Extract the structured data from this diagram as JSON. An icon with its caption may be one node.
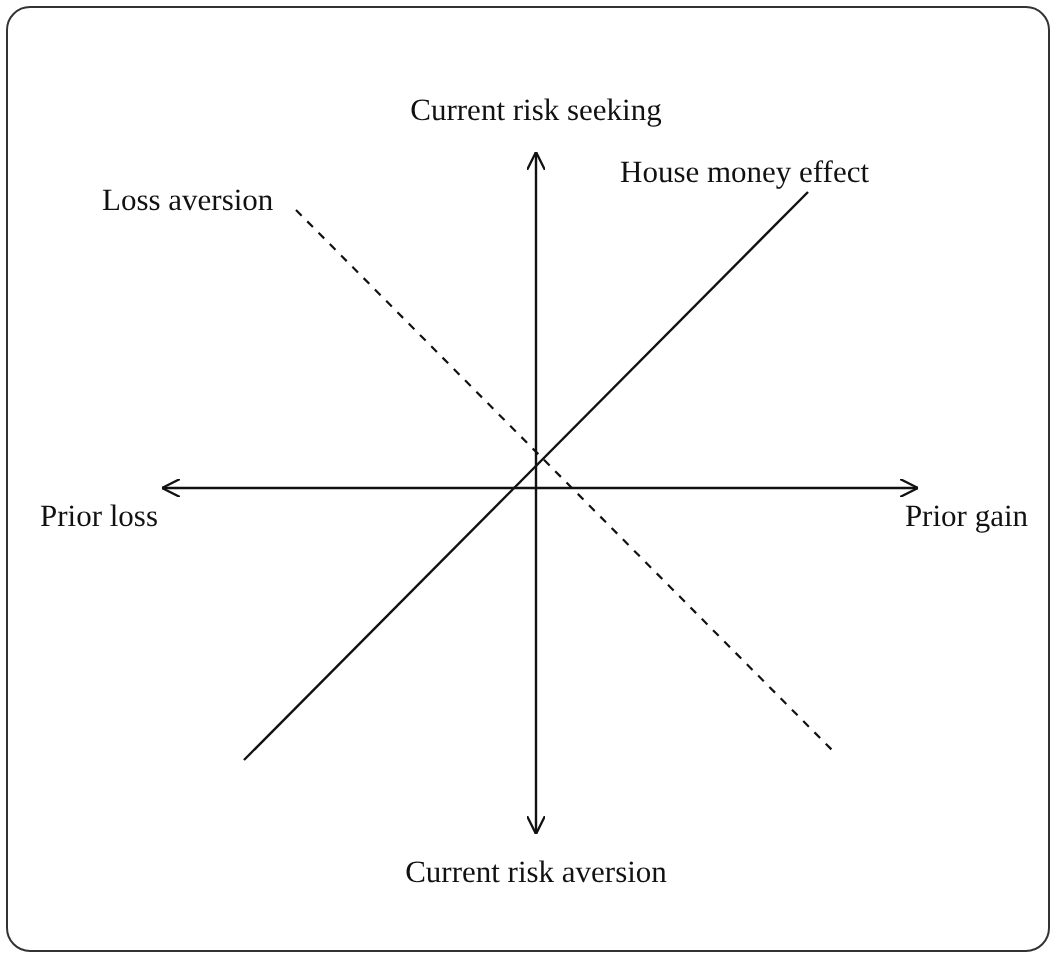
{
  "diagram": {
    "labels": [
      "Current risk seeking",
      "Loss aversion",
      "House money effect",
      "Prior loss",
      "Prior gain",
      "Current risk aversion"
    ]
  }
}
